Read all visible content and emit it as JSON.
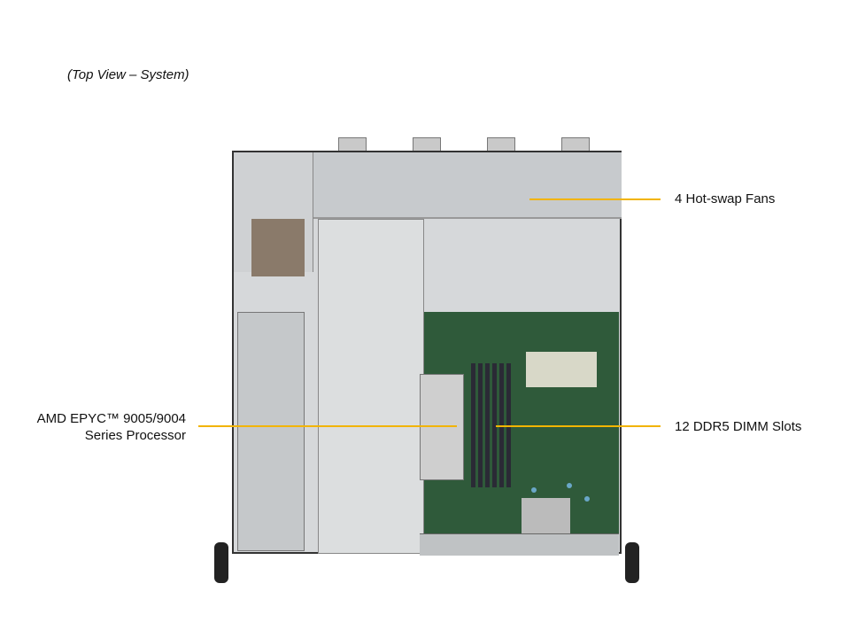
{
  "caption": "(Top View – System)",
  "callouts": {
    "fans": "4 Hot-swap Fans",
    "dimm": "12 DDR5 DIMM Slots",
    "cpu_line1": "AMD EPYC™ 9005/9004",
    "cpu_line2": "Series Processor"
  },
  "colors": {
    "callout_line": "#f2b400",
    "chassis": "#d6d8da",
    "pcb": "#2f5a3a"
  }
}
